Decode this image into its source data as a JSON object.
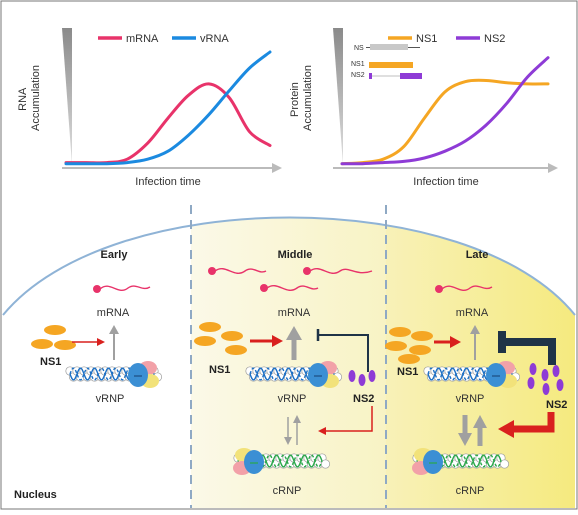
{
  "colors": {
    "mrna": "#e8336a",
    "vrna": "#1b8ae0",
    "ns1": "#f5a623",
    "ns2": "#8e3bd6",
    "axis": "#bbbbbb",
    "nucleus_border": "#8fb3d6",
    "divider": "#8fa9c4",
    "activate": "#d9201e",
    "inhibit": "#1f3347",
    "dna_blue": "#1b6fc4",
    "dna_green": "#2aa84a"
  },
  "chart_data": [
    {
      "type": "line",
      "xlabel": "Infection time",
      "ylabel": "RNA Accumulation",
      "legend": "top",
      "x": [
        0,
        1,
        2,
        3,
        4,
        5,
        6,
        7,
        8,
        9,
        10
      ],
      "series": [
        {
          "name": "mRNA",
          "values": [
            0.03,
            0.03,
            0.03,
            0.06,
            0.2,
            0.42,
            0.62,
            0.72,
            0.6,
            0.3,
            0.18
          ]
        },
        {
          "name": "vRNA",
          "values": [
            0.02,
            0.02,
            0.02,
            0.03,
            0.06,
            0.13,
            0.27,
            0.45,
            0.66,
            0.86,
            1.0
          ]
        }
      ],
      "ylim": [
        0,
        1
      ]
    },
    {
      "type": "line",
      "xlabel": "Infection time",
      "ylabel": "Protein Accumulation",
      "legend": "top",
      "x": [
        0,
        1,
        2,
        3,
        4,
        5,
        6,
        7,
        8,
        9,
        10
      ],
      "series": [
        {
          "name": "NS1",
          "values": [
            0.02,
            0.03,
            0.06,
            0.17,
            0.42,
            0.65,
            0.74,
            0.75,
            0.73,
            0.72,
            0.72
          ]
        },
        {
          "name": "NS2",
          "values": [
            0.02,
            0.02,
            0.03,
            0.04,
            0.07,
            0.13,
            0.22,
            0.36,
            0.55,
            0.78,
            0.95
          ]
        }
      ],
      "ylim": [
        0,
        1
      ]
    }
  ],
  "splice_inset": {
    "ns_label": "NS",
    "ns1_label": "NS1",
    "ns2_label": "NS2"
  },
  "phases": [
    {
      "title": "Early",
      "mrna": "mRNA",
      "vrnp": "vRNP",
      "ns1": "NS1"
    },
    {
      "title": "Middle",
      "mrna": "mRNA",
      "vrnp": "vRNP",
      "ns1": "NS1",
      "ns2": "NS2",
      "crnp": "cRNP"
    },
    {
      "title": "Late",
      "mrna": "mRNA",
      "vrnp": "vRNP",
      "ns1": "NS1",
      "ns2": "NS2",
      "crnp": "cRNP"
    }
  ],
  "nucleus_label": "Nucleus"
}
